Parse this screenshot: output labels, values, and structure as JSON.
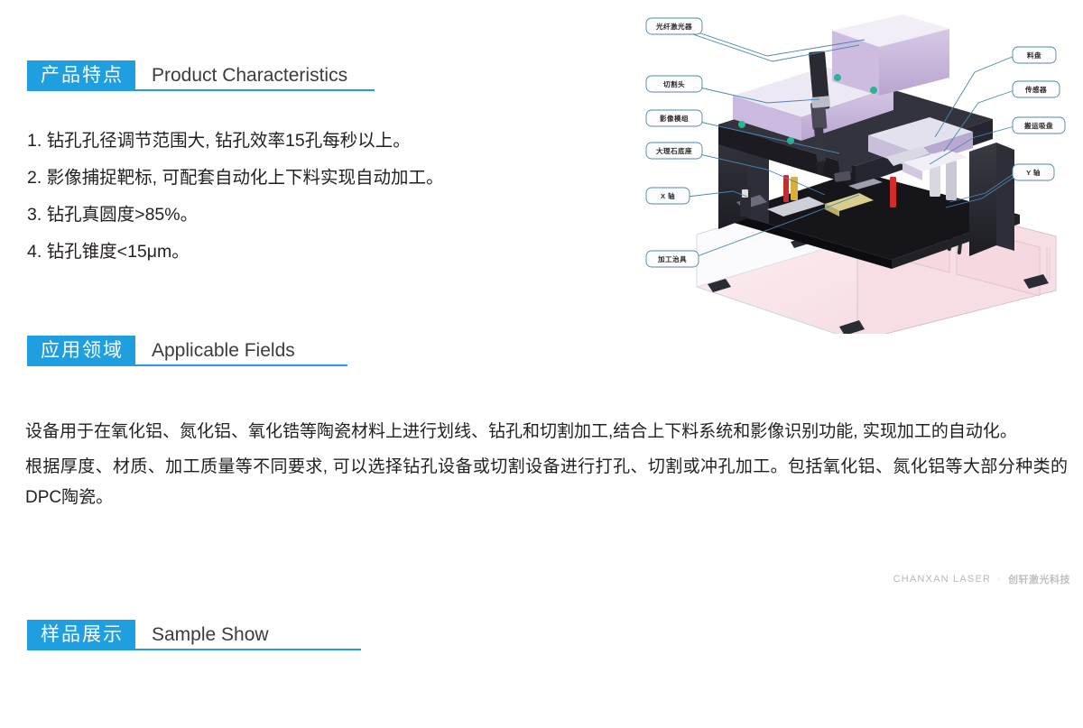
{
  "sections": {
    "product": {
      "badge": "产品特点",
      "en": "Product Characteristics"
    },
    "fields": {
      "badge": "应用领域",
      "en": "Applicable Fields"
    },
    "sample": {
      "badge": "样品展示",
      "en": "Sample Show"
    }
  },
  "features": [
    "1. 钻孔孔径调节范围大, 钻孔效率15孔每秒以上。",
    "2. 影像捕捉靶标, 可配套自动化上下料实现自动加工。",
    "3. 钻孔真圆度>85%。",
    "4. 钻孔锥度<15μm。"
  ],
  "fields_body": [
    "设备用于在氧化铝、氮化铝、氧化锆等陶瓷材料上进行划线、钻孔和切割加工,结合上下料系统和影像识别功能, 实现加工的自动化。",
    "根据厚度、材质、加工质量等不同要求, 可以选择钻孔设备或切割设备进行打孔、切割或冲孔加工。包括氧化铝、氮化铝等大部分种类的DPC陶瓷。"
  ],
  "watermark": {
    "en": "CHANXAN LASER",
    "dot": "·",
    "cn": "创轩激光科技"
  },
  "diagram": {
    "alt": "laser drilling machine exploded view",
    "callouts_left": [
      {
        "label": "光纤激光器"
      },
      {
        "label": "切割头"
      },
      {
        "label": "影像模组"
      },
      {
        "label": "大理石底座"
      },
      {
        "label": "X 轴"
      },
      {
        "label": "加工治具"
      }
    ],
    "callouts_right": [
      {
        "label": "料盘"
      },
      {
        "label": "传感器"
      },
      {
        "label": "搬运吸盘"
      },
      {
        "label": "Y 轴"
      }
    ]
  },
  "colors": {
    "accent": "#1f9ee0",
    "text": "#231f20",
    "heading_en": "#3c3c3c",
    "watermark": "#b7b7b7",
    "machine_frame": "#2c2c34",
    "machine_panel": "#c3b0d6",
    "machine_base": "#f6dde4"
  }
}
